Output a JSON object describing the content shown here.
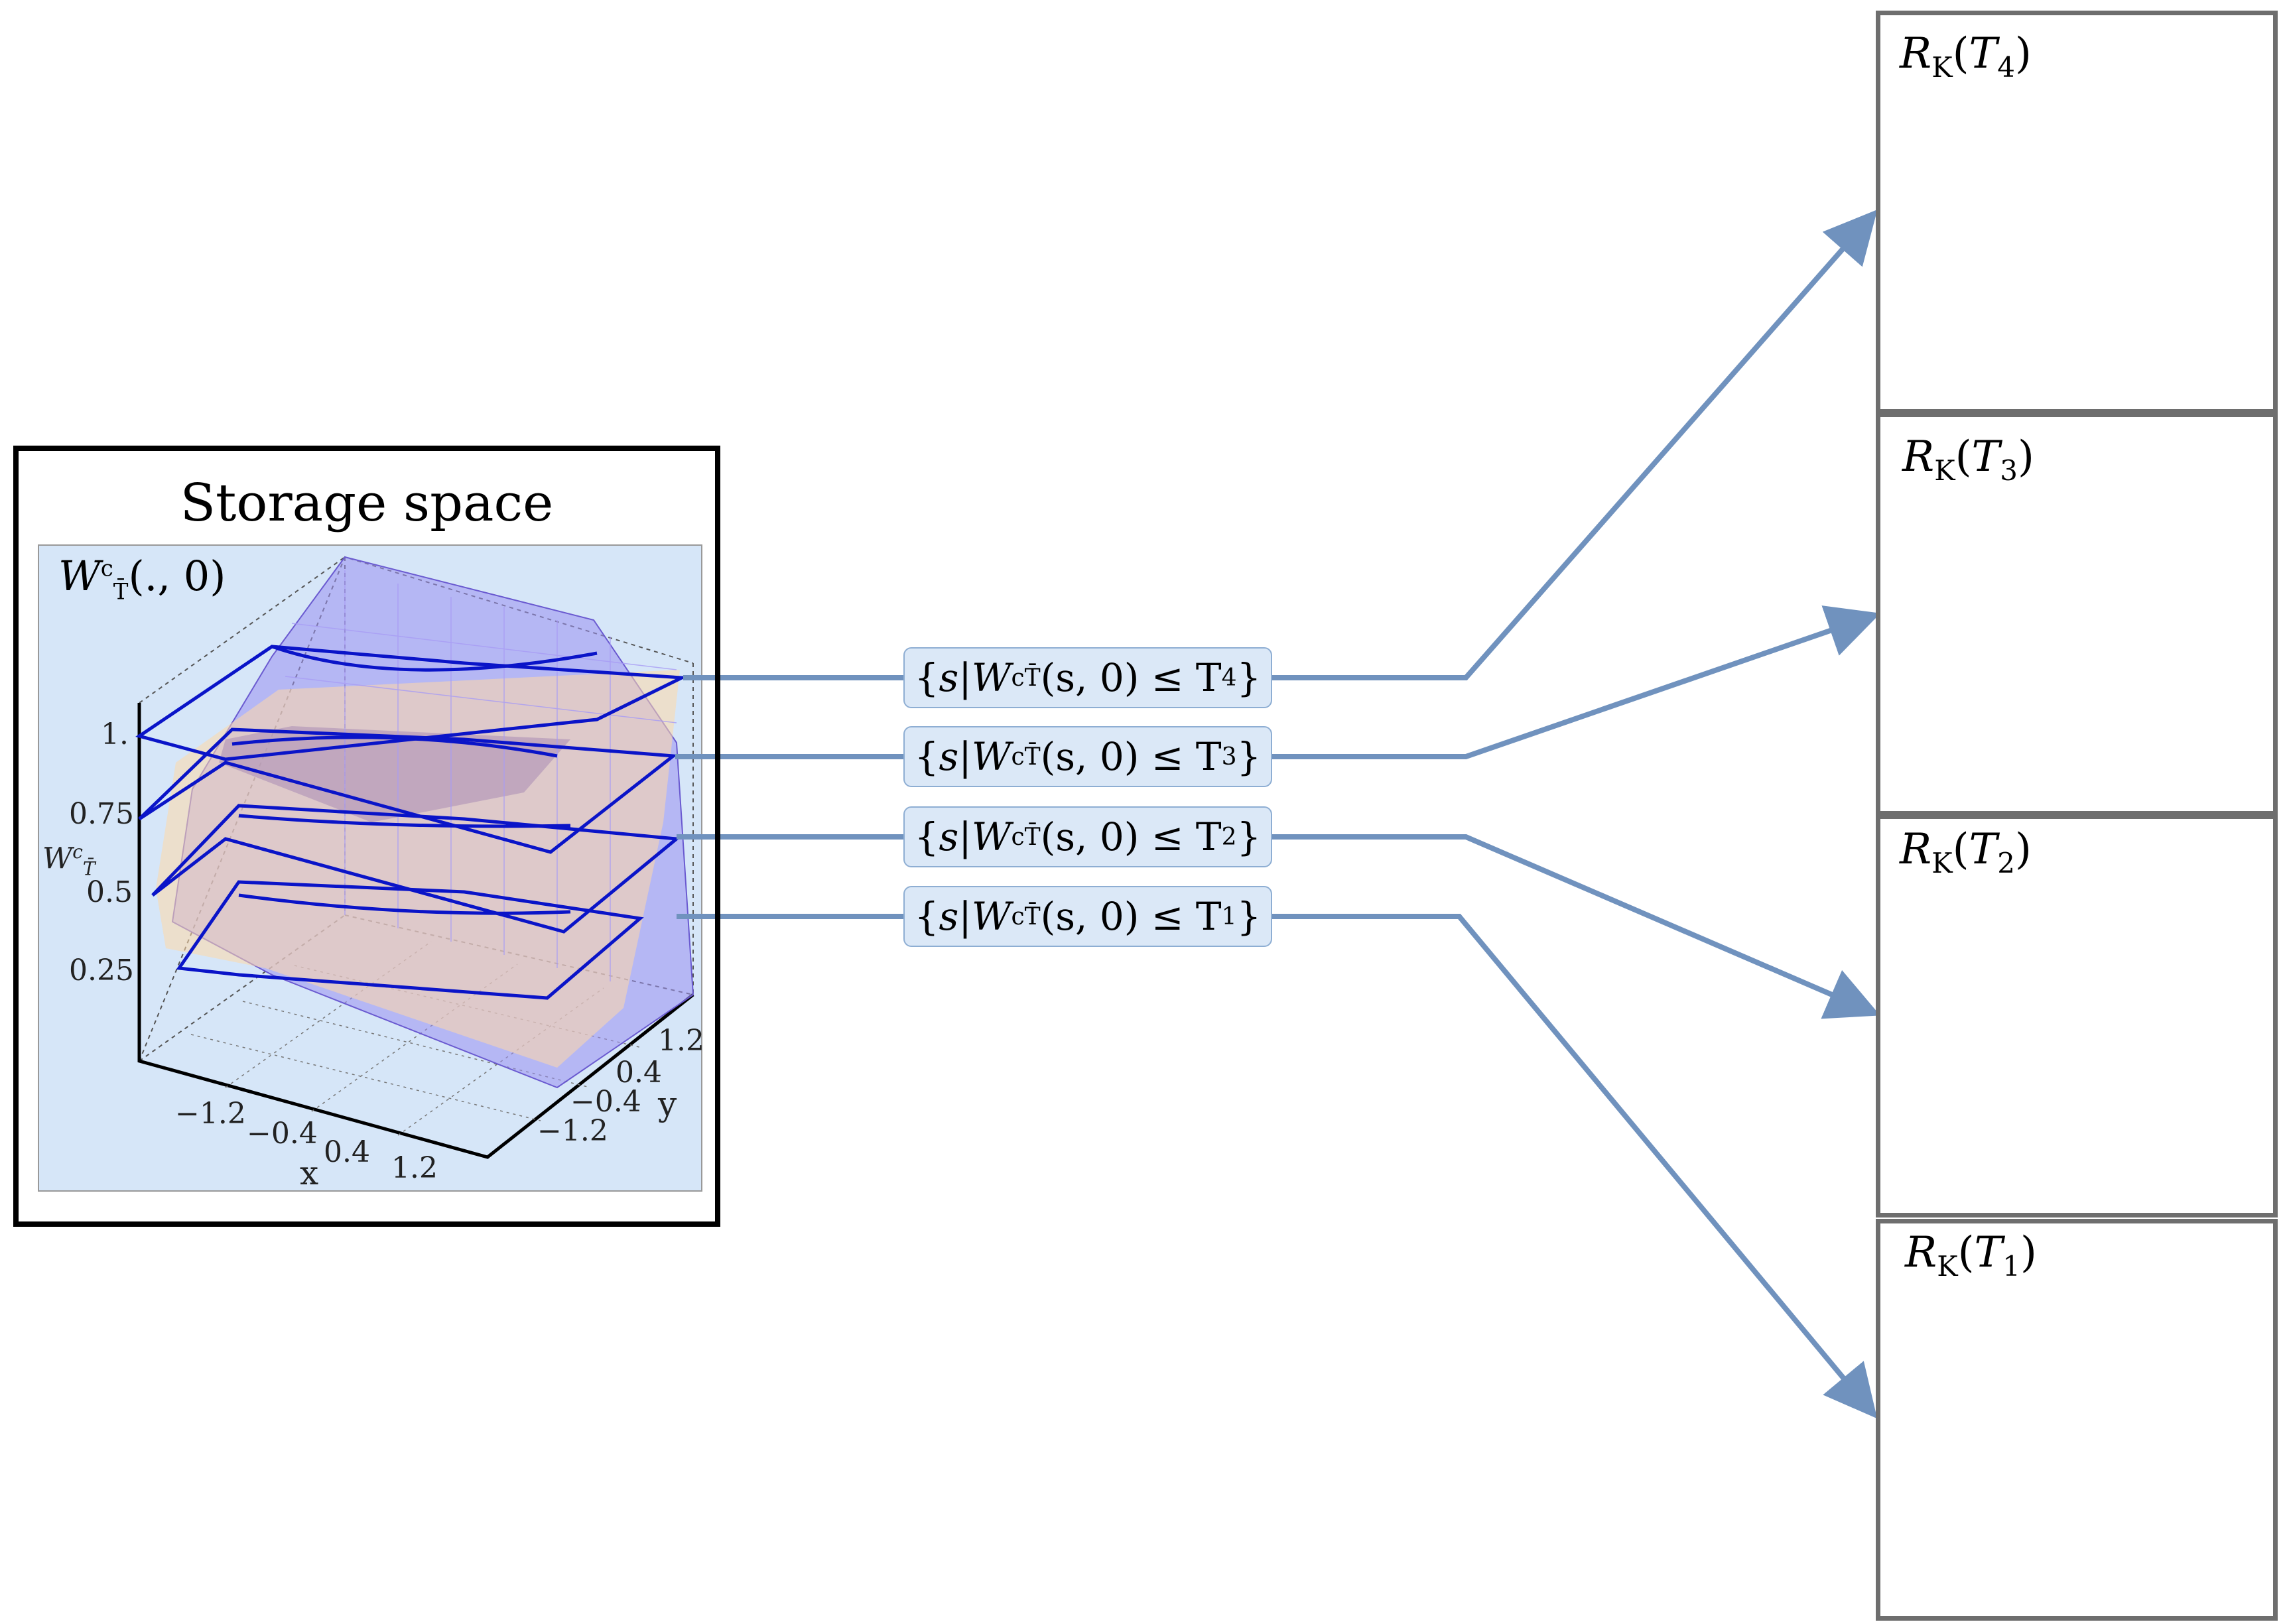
{
  "storage": {
    "title": "Storage space",
    "function_label": "W",
    "function_sup": "c",
    "function_sub": "T̄",
    "function_args": "(., 0)"
  },
  "plot3d": {
    "z_axis_label": "W",
    "z_axis_sup": "c",
    "z_axis_sub": "T̄",
    "z_ticks": [
      "1.",
      "0.75",
      "0.5",
      "0.25"
    ],
    "x_axis_label": "x",
    "x_ticks": [
      "−1.2",
      "−0.4",
      "0.4",
      "1.2"
    ],
    "y_axis_label": "y",
    "y_ticks": [
      "1.2",
      "0.4",
      "−0.4",
      "−1.2"
    ]
  },
  "conditions": [
    {
      "prefix": "s|W",
      "sup": "c",
      "sub": "T̄",
      "args": "(s, 0) ≤ T",
      "index": "4"
    },
    {
      "prefix": "s|W",
      "sup": "c",
      "sub": "T̄",
      "args": "(s, 0) ≤ T",
      "index": "3"
    },
    {
      "prefix": "s|W",
      "sup": "c",
      "sub": "T̄",
      "args": "(s, 0) ≤ T",
      "index": "2"
    },
    {
      "prefix": "s|W",
      "sup": "c",
      "sub": "T̄",
      "args": "(s, 0) ≤ T",
      "index": "1"
    }
  ],
  "panels": [
    {
      "label_main": "R",
      "label_sub": "K",
      "label_arg": "(T",
      "label_idx": "4",
      "label_close": ")"
    },
    {
      "label_main": "R",
      "label_sub": "K",
      "label_arg": "(T",
      "label_idx": "3",
      "label_close": ")"
    },
    {
      "label_main": "R",
      "label_sub": "K",
      "label_arg": "(T",
      "label_idx": "2",
      "label_close": ")"
    },
    {
      "label_main": "R",
      "label_sub": "K",
      "label_arg": "(T",
      "label_idx": "1",
      "label_close": ")"
    }
  ],
  "colors": {
    "connector": "#7092be",
    "region_fill": "#7b7bff",
    "slice_line": "#0a14c8",
    "plot_bg": "#d6e6f8",
    "cond_bg": "#dbe8f7"
  }
}
